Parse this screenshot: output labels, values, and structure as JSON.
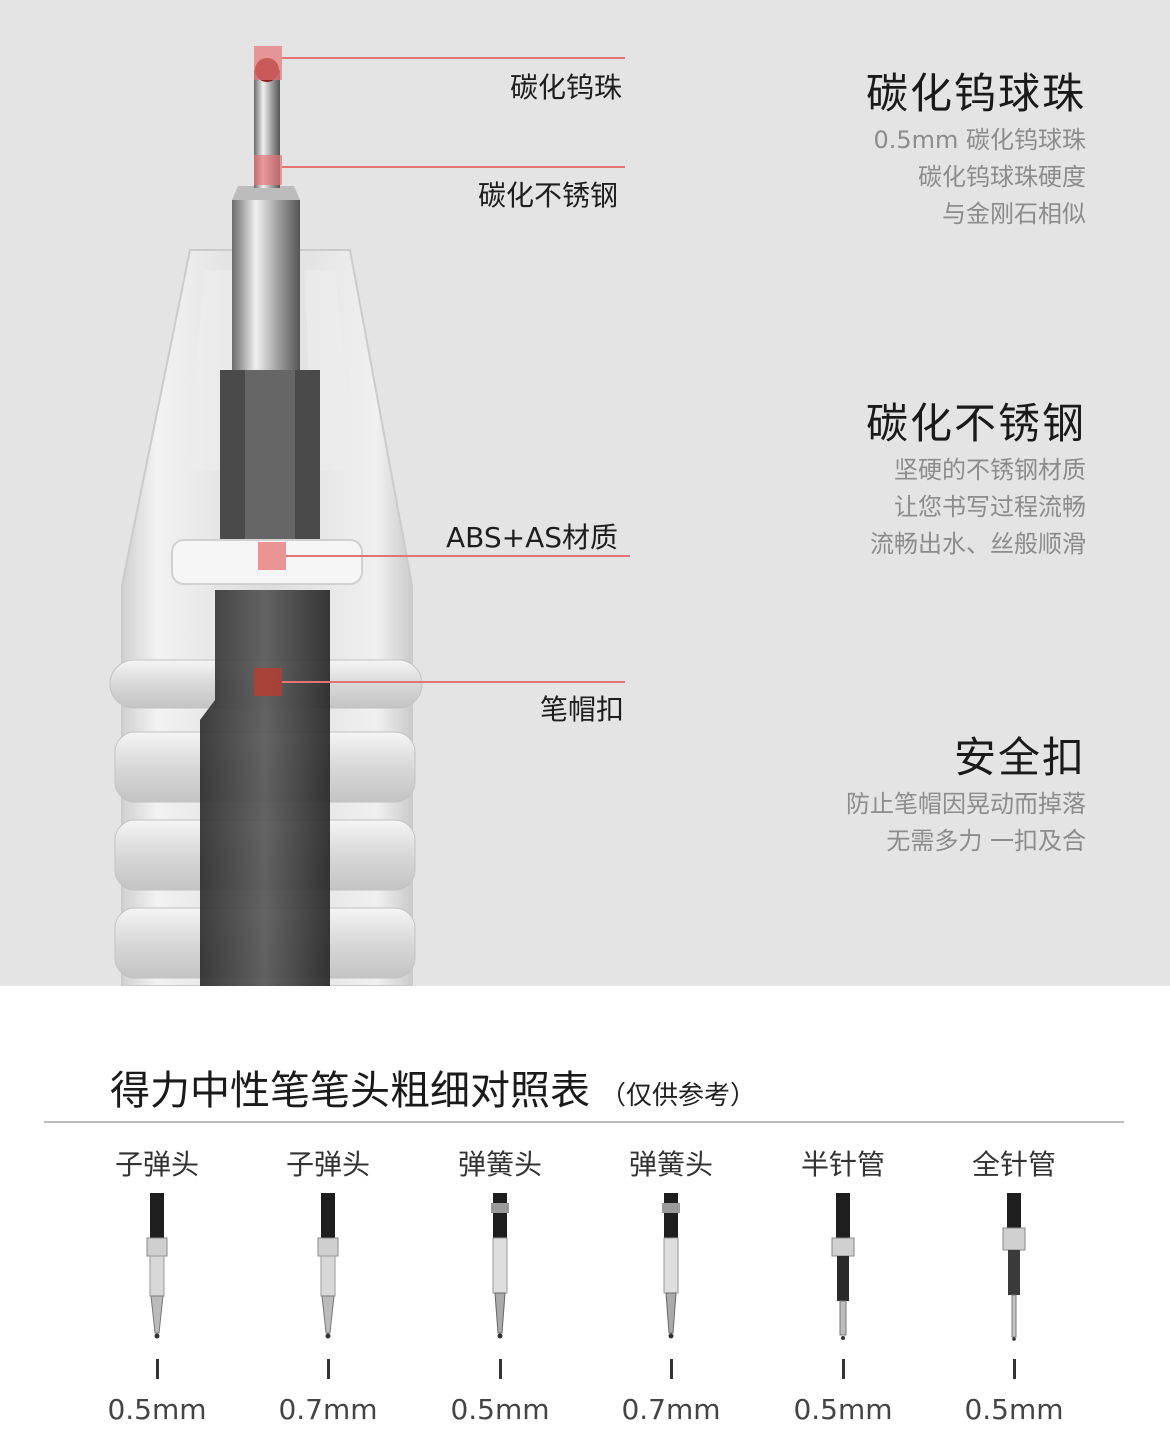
{
  "callouts": {
    "ball": "碳化钨珠",
    "steel": "碳化不锈钢",
    "abs": "ABS+AS材质",
    "cap": "笔帽扣"
  },
  "features": [
    {
      "title": "碳化钨球珠",
      "lines": [
        "0.5mm 碳化钨球珠",
        "碳化钨球珠硬度",
        "与金刚石相似"
      ]
    },
    {
      "title": "碳化不锈钢",
      "lines": [
        "坚硬的不锈钢材质",
        "让您书写过程流畅",
        "流畅出水、丝般顺滑"
      ]
    },
    {
      "title": "安全扣",
      "lines": [
        "防止笔帽因晃动而掉落",
        "无需多力 一扣及合"
      ]
    }
  ],
  "comparison": {
    "title": "得力中性笔笔头粗细对照表",
    "subtitle": "（仅供参考）",
    "refills": [
      {
        "type": "子弹头",
        "size": "0.5mm"
      },
      {
        "type": "子弹头",
        "size": "0.7mm"
      },
      {
        "type": "弹簧头",
        "size": "0.5mm"
      },
      {
        "type": "弹簧头",
        "size": "0.7mm"
      },
      {
        "type": "半针管",
        "size": "0.5mm"
      },
      {
        "type": "全针管",
        "size": "0.5mm"
      }
    ]
  },
  "colors": {
    "accent_red": "#e57373",
    "background_grey": "#e4e4e4"
  }
}
